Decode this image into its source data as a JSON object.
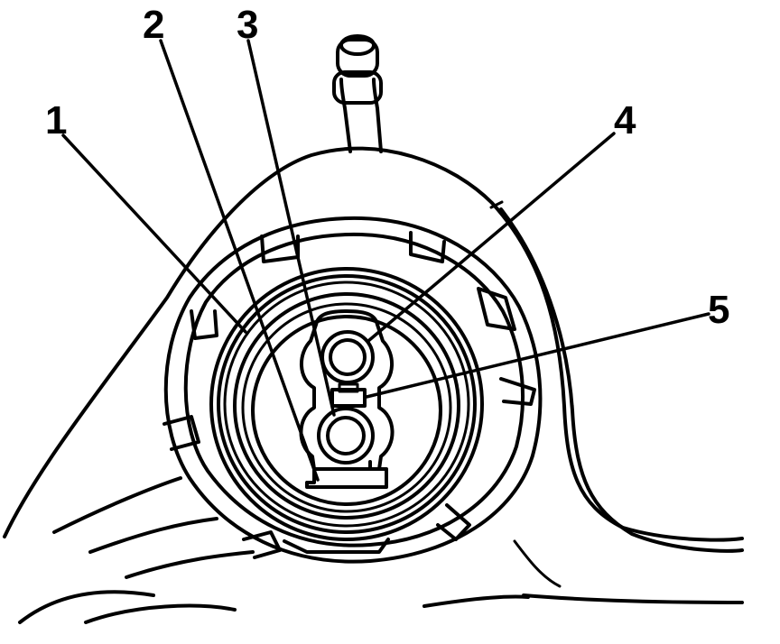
{
  "diagram": {
    "callouts": [
      {
        "label": "1"
      },
      {
        "label": "2"
      },
      {
        "label": "3"
      },
      {
        "label": "4"
      },
      {
        "label": "5"
      }
    ]
  }
}
